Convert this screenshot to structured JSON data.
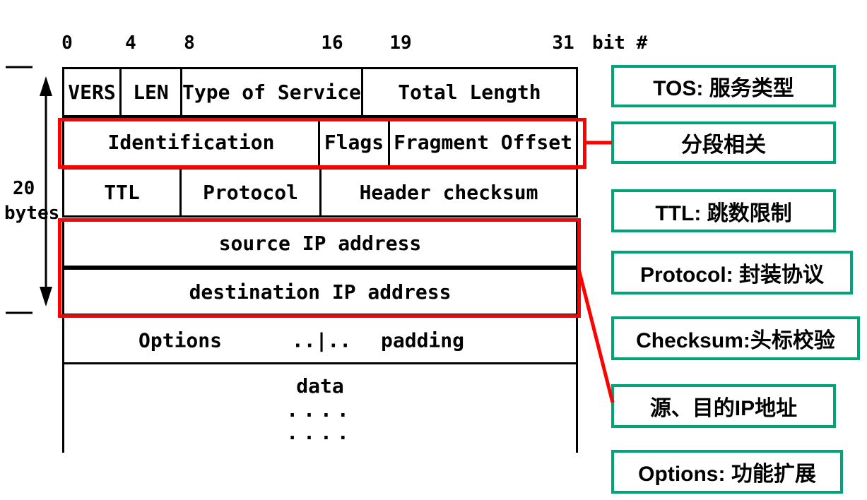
{
  "colors": {
    "highlight_red": "#fe0000",
    "annotation_green": "#00a476",
    "diagram_black": "#000000",
    "background": "#ffffff"
  },
  "bit_ruler": {
    "ticks": [
      "0",
      "4",
      "8",
      "16",
      "19",
      "31"
    ],
    "unit_label": "bit #"
  },
  "left_scale": {
    "value": "20",
    "unit": "bytes"
  },
  "ip_header": {
    "row1": {
      "vers": "VERS",
      "len": "LEN",
      "type_of_service": "Type of Service",
      "total_length": "Total Length"
    },
    "row2": {
      "identification": "Identification",
      "flags": "Flags",
      "fragment_offset": "Fragment Offset"
    },
    "row3": {
      "ttl": "TTL",
      "protocol": "Protocol",
      "header_checksum": "Header checksum"
    },
    "row4": {
      "source": "source IP address"
    },
    "row5": {
      "destination": "destination IP address"
    },
    "row6": {
      "options": "Options",
      "divider": "..|..",
      "padding": "padding"
    },
    "row7": {
      "data": "data",
      "dots_line1": "....",
      "dots_line2": "...."
    }
  },
  "annotations": {
    "tos": "TOS: 服务类型",
    "fragmentation": "分段相关",
    "ttl": "TTL: 跳数限制",
    "protocol": "Protocol: 封装协议",
    "checksum": "Checksum:头标校验",
    "ip_addresses": "源、目的IP地址",
    "options": "Options: 功能扩展"
  }
}
